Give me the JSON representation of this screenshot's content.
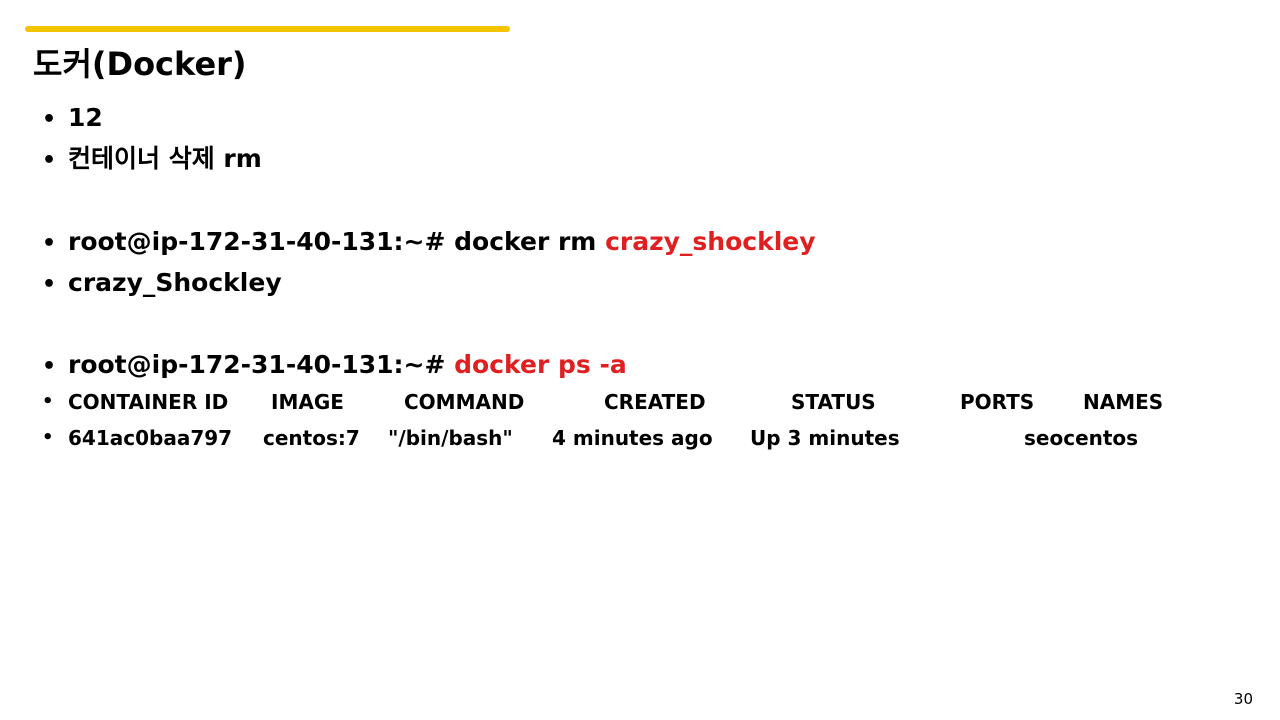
{
  "slide": {
    "title": "도커(Docker)",
    "page_number": "30",
    "accent_color": "#F5C400",
    "highlight_color": "#E02020"
  },
  "bullets": {
    "b1": "12",
    "b2": "컨테이너 삭제 rm",
    "b3_prefix": "root@ip-172-31-40-131:~# docker rm ",
    "b3_highlight": "crazy_shockley",
    "b4": "crazy_Shockley",
    "b5_prefix": "root@ip-172-31-40-131:~# ",
    "b5_highlight": "docker ps -a"
  },
  "ps_table": {
    "headers": [
      "CONTAINER ID",
      "IMAGE",
      "COMMAND",
      "CREATED",
      "STATUS",
      "PORTS",
      "NAMES"
    ],
    "row": [
      "641ac0baa797",
      "centos:7",
      "\"/bin/bash\"",
      "4 minutes ago",
      "Up 3 minutes",
      "",
      "seocentos"
    ]
  }
}
